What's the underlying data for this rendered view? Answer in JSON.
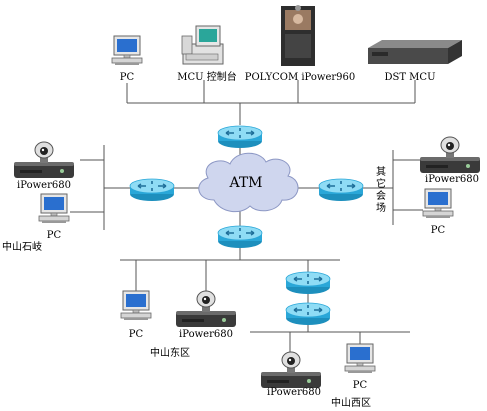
{
  "diagram": {
    "cloud_label": "ATM",
    "top_row": {
      "pc": "PC",
      "mcu_console": "MCU 控制台",
      "polycom": "POLYCOM iPower960",
      "dst_mcu": "DST MCU"
    },
    "left_site": {
      "ipower": "iPower680",
      "pc": "PC",
      "site_name": "中山石岐"
    },
    "right_site": {
      "ipower": "iPower680",
      "pc": "PC",
      "site_name_chars": [
        "其",
        "它",
        "会",
        "场"
      ]
    },
    "east_site": {
      "pc": "PC",
      "ipower": "iPower680",
      "site_name": "中山东区"
    },
    "west_site": {
      "ipower": "iPower680",
      "pc": "PC",
      "site_name": "中山西区"
    },
    "colors": {
      "router_body": "#2aa7d8",
      "router_top": "#8fdcf5",
      "cloud_fill": "#cfd6ee",
      "line": "#555555"
    }
  }
}
